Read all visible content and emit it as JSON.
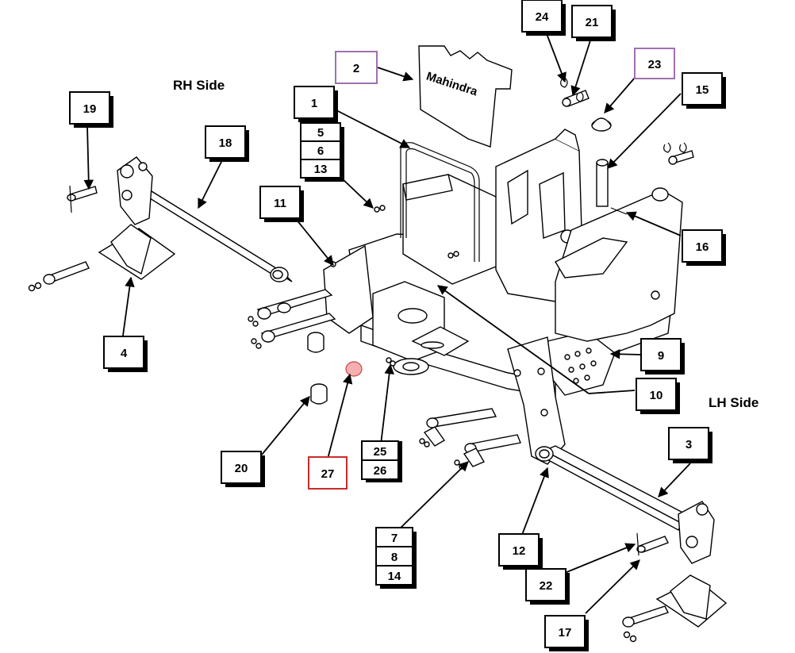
{
  "side_labels": {
    "rh": "RH Side",
    "lh": "LH Side"
  },
  "brand_text": "Mahindra",
  "callouts": {
    "c1": "1",
    "c2": "2",
    "c3": "3",
    "c4": "4",
    "c5": "5",
    "c6": "6",
    "c7": "7",
    "c8": "8",
    "c9": "9",
    "c10": "10",
    "c11": "11",
    "c12": "12",
    "c13": "13",
    "c14": "14",
    "c15": "15",
    "c16": "16",
    "c17": "17",
    "c18": "18",
    "c19": "19",
    "c20": "20",
    "c21": "21",
    "c22": "22",
    "c23": "23",
    "c24": "24",
    "c25": "25",
    "c26": "26",
    "c27": "27"
  },
  "colors": {
    "line": "#000000",
    "highlight_purple": "#a070b0",
    "highlight_red": "#cc2a2a",
    "fill": "#ffffff"
  }
}
